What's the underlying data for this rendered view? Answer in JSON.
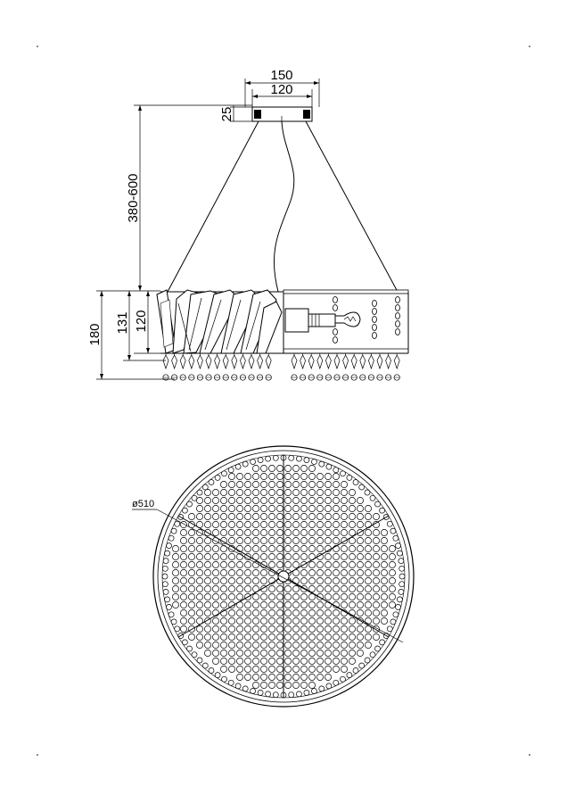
{
  "drawing": {
    "side_view": {
      "dims": {
        "canopy_outer": "150",
        "canopy_inner": "120",
        "canopy_height": "25",
        "suspension": "380-600",
        "overall_height": "180",
        "body_height": "131",
        "frame_height": "120"
      }
    },
    "top_view": {
      "diameter": "ø510"
    }
  },
  "colors": {
    "line": "#000000",
    "background": "#ffffff"
  }
}
